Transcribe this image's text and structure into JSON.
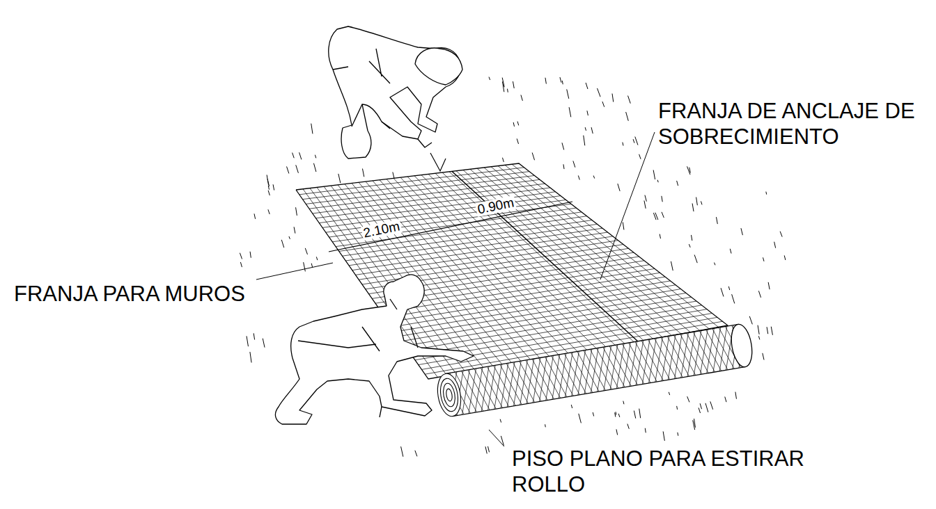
{
  "diagram": {
    "labels": [
      "FRANJA DE ANCLAJE DE SOBRECIMIENTO",
      "FRANJA PARA MUROS",
      "PISO PLANO PARA ESTIRAR ROLLO",
      "2.10m",
      "0.90m"
    ]
  }
}
